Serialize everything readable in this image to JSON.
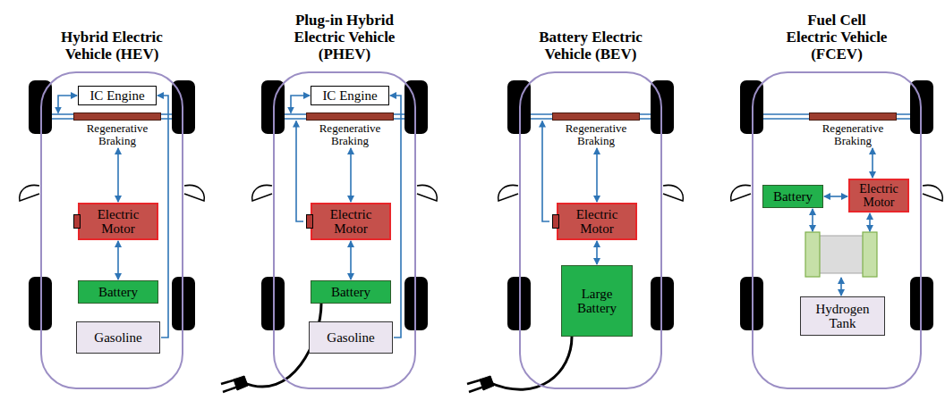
{
  "diagram": {
    "nodes": [
      {
        "text": [
          "Hybrid Electric Vehicle (HEV)"
        ]
      },
      {
        "text": [
          "IC Engine"
        ],
        "in": 0
      },
      {
        "text": [
          "Regenerative Braking"
        ],
        "in": 0
      },
      {
        "text": [
          "Electric Motor"
        ],
        "in": 0
      },
      {
        "text": [
          "Battery"
        ],
        "in": 0
      },
      {
        "text": [
          "Gasoline"
        ],
        "in": 0
      },
      {
        "text": [
          "Plug-in Hybrid Electric Vehicle (PHEV)"
        ]
      },
      {
        "text": [
          "IC Engine"
        ],
        "in": 6
      },
      {
        "text": [
          "Regenerative Braking"
        ],
        "in": 6
      },
      {
        "text": [
          "Electric Motor"
        ],
        "in": 6
      },
      {
        "text": [
          "Battery"
        ],
        "in": 6
      },
      {
        "text": [
          "Gasoline"
        ],
        "in": 6
      },
      {
        "text": [
          "Battery Electric Vehicle (BEV)"
        ]
      },
      {
        "text": [
          "Regenerative Braking"
        ],
        "in": 12
      },
      {
        "text": [
          "Electric Motor"
        ],
        "in": 12
      },
      {
        "text": [
          "Large Battery"
        ],
        "in": 12
      },
      {
        "text": [
          "Fuel Cell Electric Vehicle (FCEV)"
        ]
      },
      {
        "text": [
          "Regenerative Braking"
        ],
        "in": 16
      },
      {
        "text": [
          "Battery"
        ],
        "in": 16
      },
      {
        "text": [
          "Electric Motor"
        ],
        "in": 16
      },
      {
        "text": [
          "Hydrogen Tank"
        ],
        "in": 16
      }
    ],
    "edges": [
      {
        "from": 2,
        "to": 3,
        "arrow": "both"
      },
      {
        "from": 3,
        "to": 4,
        "arrow": "both"
      },
      {
        "from": 5,
        "to": 1,
        "arrow": "to"
      },
      {
        "from": 8,
        "to": 9,
        "arrow": "both"
      },
      {
        "from": 9,
        "to": 10,
        "arrow": "both"
      },
      {
        "from": 11,
        "to": 7,
        "arrow": "to"
      },
      {
        "from": 13,
        "to": 14,
        "arrow": "both"
      },
      {
        "from": 14,
        "to": 15,
        "arrow": "both"
      },
      {
        "from": 17,
        "to": 19,
        "arrow": "both"
      },
      {
        "from": 18,
        "to": 19,
        "arrow": "both"
      }
    ]
  }
}
